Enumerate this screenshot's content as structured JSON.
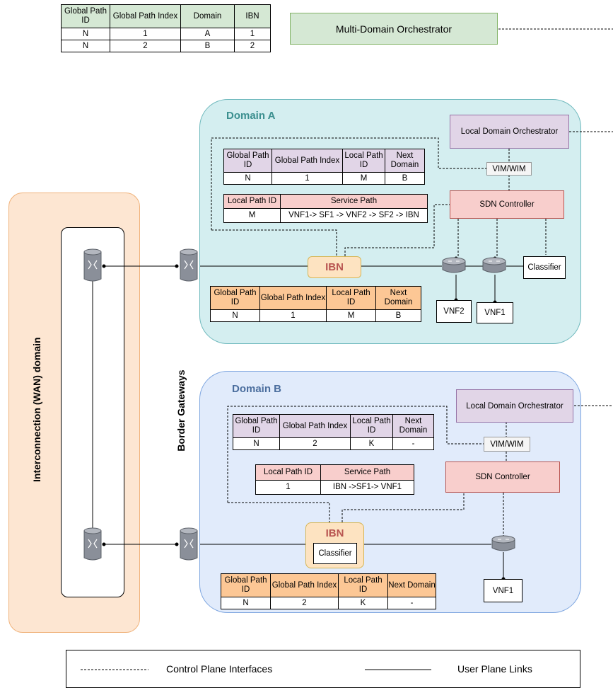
{
  "mdo_table": {
    "headers": [
      "Global Path ID",
      "Global Path Index",
      "Domain",
      "IBN"
    ],
    "rows": [
      [
        "N",
        "1",
        "A",
        "1"
      ],
      [
        "N",
        "2",
        "B",
        "2"
      ]
    ]
  },
  "multi_domain_orchestrator": "Multi-Domain Orchestrator",
  "wan_domain_label": "Interconnection (WAN) domain",
  "border_gateways_label": "Border Gateways",
  "domain_a": {
    "title": "Domain A",
    "ldo": "Local Domain Orchestrator",
    "vim": "VIM/WIM",
    "sdn": "SDN Controller",
    "ibn": "IBN",
    "classifier": "Classifier",
    "vnf2": "VNF2",
    "vnf1": "VNF1",
    "mapping_headers": [
      "Global Path ID",
      "Global Path Index",
      "Local Path ID",
      "Next Domain"
    ],
    "mapping_row": [
      "N",
      "1",
      "M",
      "B"
    ],
    "service_headers": [
      "Local Path ID",
      "Service Path"
    ],
    "service_row": [
      "M",
      "VNF1-> SF1 -> VNF2 -> SF2 -> IBN"
    ],
    "ibn_headers": [
      "Global Path ID",
      "Global Path Index",
      "Local Path ID",
      "Next Domain"
    ],
    "ibn_row": [
      "N",
      "1",
      "M",
      "B"
    ]
  },
  "domain_b": {
    "title": "Domain B",
    "ldo": "Local Domain Orchestrator",
    "vim": "VIM/WIM",
    "sdn": "SDN Controller",
    "ibn": "IBN",
    "classifier": "Classifier",
    "vnf1": "VNF1",
    "mapping_headers": [
      "Global Path ID",
      "Global Path Index",
      "Local Path ID",
      "Next Domain"
    ],
    "mapping_row": [
      "N",
      "2",
      "K",
      "-"
    ],
    "service_headers": [
      "Local Path ID",
      "Service Path"
    ],
    "service_row": [
      "1",
      "IBN ->SF1-> VNF1"
    ],
    "ibn_headers": [
      "Global Path ID",
      "Global Path Index",
      "Local Path ID",
      "Next Domain"
    ],
    "ibn_row": [
      "N",
      "2",
      "K",
      "-"
    ]
  },
  "legend": {
    "control_plane": "Control Plane Interfaces",
    "user_plane": "User Plane Links"
  },
  "colors": {
    "domain_a_fill": "#d4eef0",
    "domain_b_fill": "#e1ebfb",
    "wan_fill": "#fde6d2",
    "mdo_fill": "#d5e8d4",
    "ldo_fill": "#e1d5e7",
    "sdn_fill": "#f8cecc",
    "ibn_fill": "#fde3c1",
    "ibn_table_header": "#fcc795"
  }
}
